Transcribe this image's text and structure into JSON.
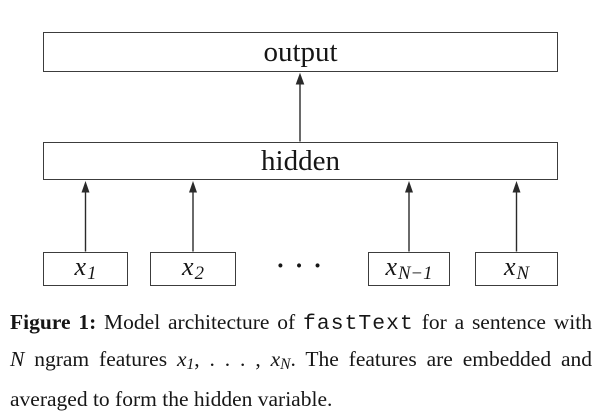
{
  "figure": {
    "output_label": "output",
    "hidden_label": "hidden",
    "dots": "· · ·",
    "inputs": [
      {
        "main": "x",
        "sub": "1"
      },
      {
        "main": "x",
        "sub": "2"
      },
      {
        "main": "x",
        "sub": "N−1"
      },
      {
        "main": "x",
        "sub": "N"
      }
    ]
  },
  "caption": {
    "lines": [
      {
        "segments": [
          {
            "style": "bold",
            "text": "Figure 1:"
          },
          {
            "style": "roman",
            "text": " Model architecture of "
          },
          {
            "style": "mono",
            "text": "fastText"
          },
          {
            "style": "roman",
            "text": " for a sentence with"
          }
        ]
      },
      {
        "segments": [
          {
            "style": "math",
            "text": "N"
          },
          {
            "style": "roman",
            "text": " ngram features "
          },
          {
            "style": "math",
            "text": "x"
          },
          {
            "style": "mathsub",
            "text": "1"
          },
          {
            "style": "roman",
            "text": ", . . . , "
          },
          {
            "style": "math",
            "text": "x"
          },
          {
            "style": "mathsub",
            "text": "N"
          },
          {
            "style": "roman",
            "text": ". The features are embedded and"
          }
        ]
      },
      {
        "segments": [
          {
            "style": "roman",
            "text": "averaged to form the hidden variable."
          }
        ]
      }
    ]
  },
  "colors": {
    "background": "#ffffff",
    "box_border": "#3c3c3c",
    "text": "#161616",
    "arrow": "#2a2a2a"
  }
}
